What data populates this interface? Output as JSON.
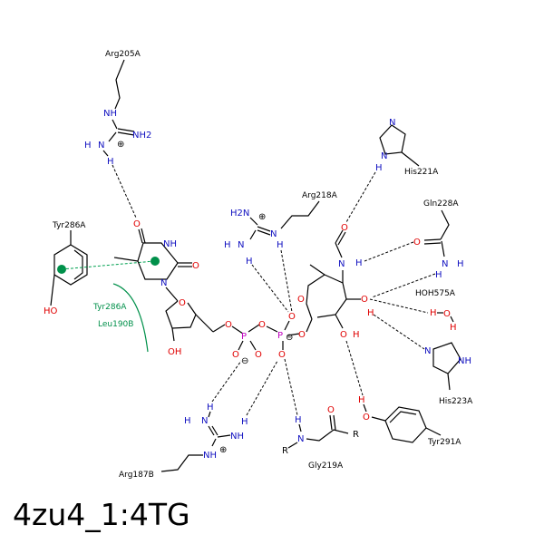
{
  "title": "4zu4_1:4TG",
  "residues": {
    "arg205a": "Arg205A",
    "tyr286a": "Tyr286A",
    "tyr286a_hydrophobic": "Tyr286A",
    "leu190b": "Leu190B",
    "arg218a": "Arg218A",
    "his221a": "His221A",
    "gln228a": "Gln228A",
    "hoh575a": "HOH575A",
    "his223a": "His223A",
    "tyr291a": "Tyr291A",
    "gly219a": "Gly219A",
    "arg187b": "Arg187B"
  },
  "atoms": {
    "nh": "NH",
    "nh2": "NH2",
    "h2n": "H2N",
    "n": "N",
    "h": "H",
    "o": "O",
    "p": "P",
    "oh": "OH",
    "ho": "HO",
    "r": "R",
    "charge_plus": "⊕",
    "charge_minus": "⊖"
  },
  "colors": {
    "nitrogen": "#1010c0",
    "oxygen": "#e00000",
    "phosphorus": "#c000c0",
    "hydrophobic": "#00904a"
  }
}
